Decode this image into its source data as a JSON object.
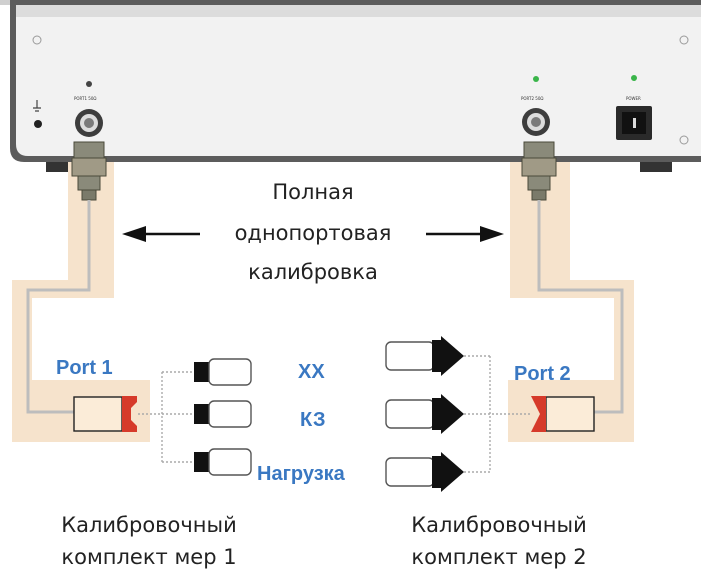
{
  "instrument": {
    "port1_label": "PORT1 50Ω",
    "port2_label": "PORT2 50Ω",
    "power_label": "POWER"
  },
  "center_caption": {
    "line1": "Полная",
    "line2": "однопортовая",
    "line3": "калибровка"
  },
  "port_labels": {
    "port1": "Port 1",
    "port2": "Port 2"
  },
  "standards": {
    "open": "XX",
    "short": "КЗ",
    "load": "Нагрузка"
  },
  "kit_captions": {
    "kit1": {
      "line1": "Калибровочный",
      "line2": "комплект мер 1"
    },
    "kit2": {
      "line1": "Калибровочный",
      "line2": "комплект мер 2"
    }
  },
  "colors": {
    "highlight": "#f6e3cc",
    "panel": "#efefef",
    "accent_blue": "#3a78c2",
    "connector_red": "#d63a2a",
    "led_green": "#3ab54a"
  }
}
